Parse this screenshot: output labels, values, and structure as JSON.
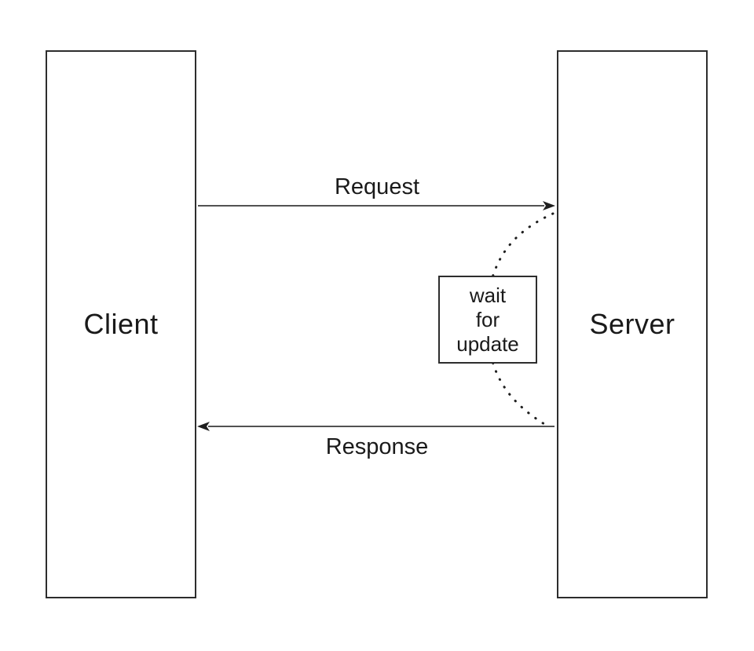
{
  "canvas": {
    "background": "#ffffff",
    "line_color": "#3a3a3a",
    "border_color": "#2d2d2d",
    "text_color": "#1a1a1a"
  },
  "nodes": {
    "client": {
      "label": "Client"
    },
    "server": {
      "label": "Server"
    }
  },
  "messages": {
    "request": {
      "label": "Request",
      "direction": "client-to-server",
      "style": "solid-arrow"
    },
    "response": {
      "label": "Response",
      "direction": "server-to-client",
      "style": "solid-arrow"
    }
  },
  "wait_box": {
    "lines": [
      "wait",
      "for",
      "update"
    ],
    "connector_style": "dotted-arc"
  }
}
